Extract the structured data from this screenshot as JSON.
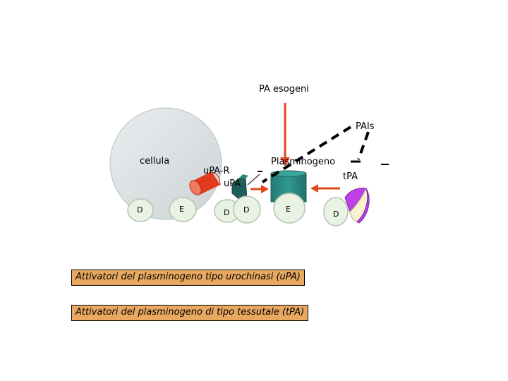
{
  "labels": {
    "pa_esogeni": "PA esogeni",
    "pais": "PAIs",
    "cellula": "cellula",
    "upa_r": "uPA-R",
    "plasminogeno": "Plasminogeno",
    "upa": "uPA",
    "tpa": "tPA"
  },
  "domains": {
    "d1": "D",
    "e1": "E",
    "d2": "D",
    "d3": "D",
    "e2": "E",
    "d4": "D"
  },
  "legend": {
    "upa": "Attivatori del plasminogeno tipo urochinasi (uPA)",
    "tpa": "Attivatori del plasminogeno  di tipo tessutale (tPA)"
  },
  "colors": {
    "cell_fill": "#dde2e4",
    "domain_fill": "#e9f3e4",
    "upar_red": "#e23a1c",
    "upa_teal": "#2a8c84",
    "tpa_purple": "#c040e8",
    "tpa_cream": "#f7f1cf",
    "arrow_orange": "#e0481e",
    "legend_fill": "#e8a860"
  }
}
